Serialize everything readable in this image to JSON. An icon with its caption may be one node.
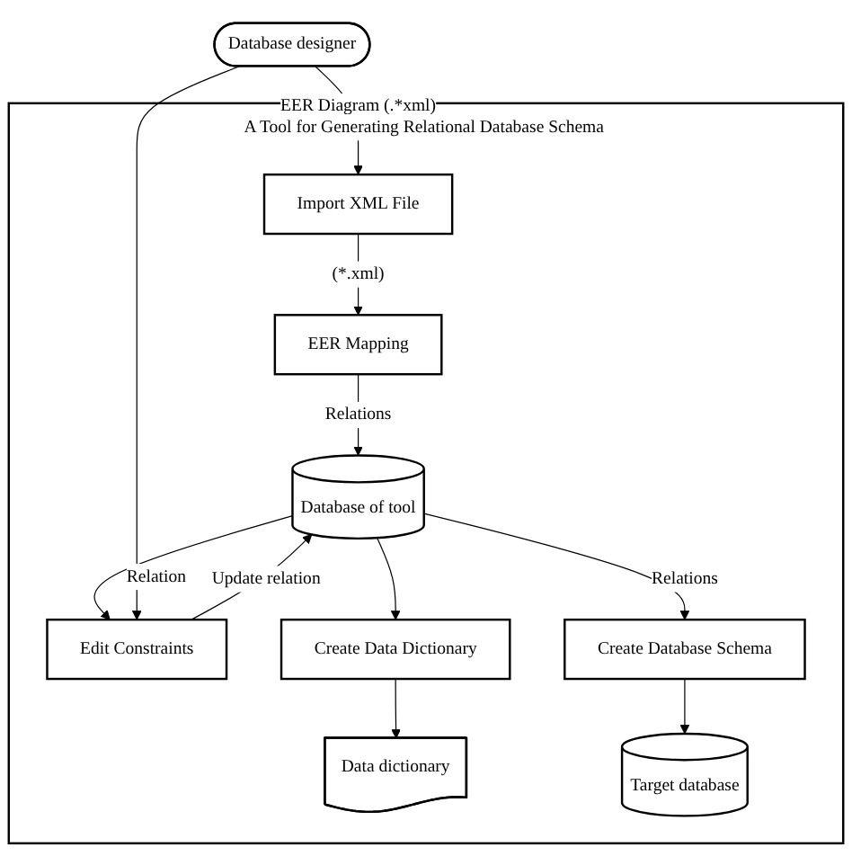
{
  "diagram": {
    "nodes": [
      {
        "text": [
          "A Tool for Generating Relational Database Schema"
        ]
      },
      {
        "text": [
          "Database designer"
        ]
      },
      {
        "text": [
          "Import XML File"
        ],
        "in": 0
      },
      {
        "text": [
          "EER Mapping"
        ],
        "in": 0
      },
      {
        "text": [
          "Edit Constraints"
        ],
        "in": 0
      },
      {
        "text": [
          "Database of tool"
        ],
        "in": 0
      },
      {
        "text": [
          "Create Database Schema"
        ],
        "in": 0
      },
      {
        "text": [
          "Create Data Dictionary"
        ],
        "in": 0
      },
      {
        "text": [
          "Data dictionary"
        ],
        "in": 0
      },
      {
        "text": [
          "Target database"
        ],
        "in": 0
      }
    ],
    "edges": [
      {
        "from": 1,
        "to": 2,
        "arrow": "to",
        "label": "EER Diagram (.*xml)"
      },
      {
        "from": 2,
        "to": 3,
        "arrow": "to",
        "label": "(*.xml)"
      },
      {
        "from": 3,
        "to": 5,
        "arrow": "to",
        "label": "Relations"
      },
      {
        "from": 5,
        "to": 4,
        "arrow": "to",
        "label": "Relation"
      },
      {
        "from": 4,
        "to": 5,
        "arrow": "to",
        "label": "Update relation"
      },
      {
        "from": 1,
        "to": 4,
        "arrow": "to"
      },
      {
        "from": 5,
        "to": 6,
        "arrow": "to",
        "label": "Relations"
      },
      {
        "from": 5,
        "to": 7,
        "arrow": "to"
      },
      {
        "from": 6,
        "to": 9,
        "arrow": "to"
      },
      {
        "from": 7,
        "to": 8,
        "arrow": "to"
      }
    ]
  }
}
